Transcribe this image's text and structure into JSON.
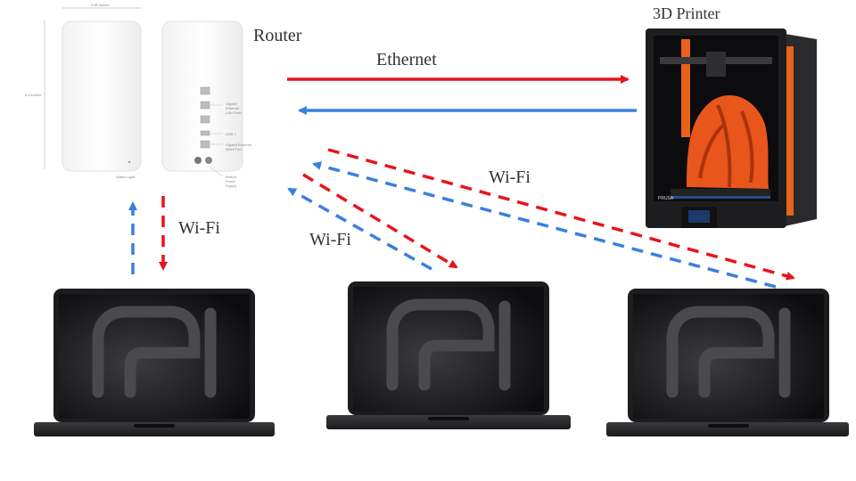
{
  "labels": {
    "router": "Router",
    "printer": "3D Printer",
    "ethernet": "Ethernet",
    "wifi_top_right": "Wi-Fi",
    "wifi_middle": "Wi-Fi",
    "wifi_left": "Wi-Fi"
  },
  "router_spec": {
    "width": "3.85 inches",
    "height": "6.6 inches",
    "status_light": "Status Light",
    "lan_ports": "Gigabit Ethernet LAN Ports",
    "usb": "USB 2",
    "wan_port": "Gigabit Ethernet WAN Port",
    "power": "Built-in Power Supply"
  },
  "printer_brand": "PRUSA",
  "colors": {
    "red": "#e8141c",
    "blue": "#3a7fe0",
    "printer_accent": "#e8621c",
    "laptop_dark": "#2a2a2c"
  }
}
